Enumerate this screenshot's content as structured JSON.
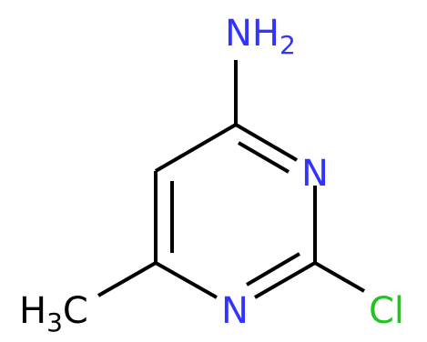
{
  "structure": {
    "colors": {
      "nitrogen": "#3333ff",
      "chlorine": "#22c422",
      "carbon": "#000000",
      "bond": "#000000"
    },
    "atoms": {
      "amine": {
        "main": "NH",
        "sub": "2"
      },
      "ring_n_upper": "N",
      "ring_n_lower": "N",
      "chlorine": "Cl",
      "methyl": {
        "h": "H",
        "sub": "3",
        "c": "C"
      }
    }
  }
}
